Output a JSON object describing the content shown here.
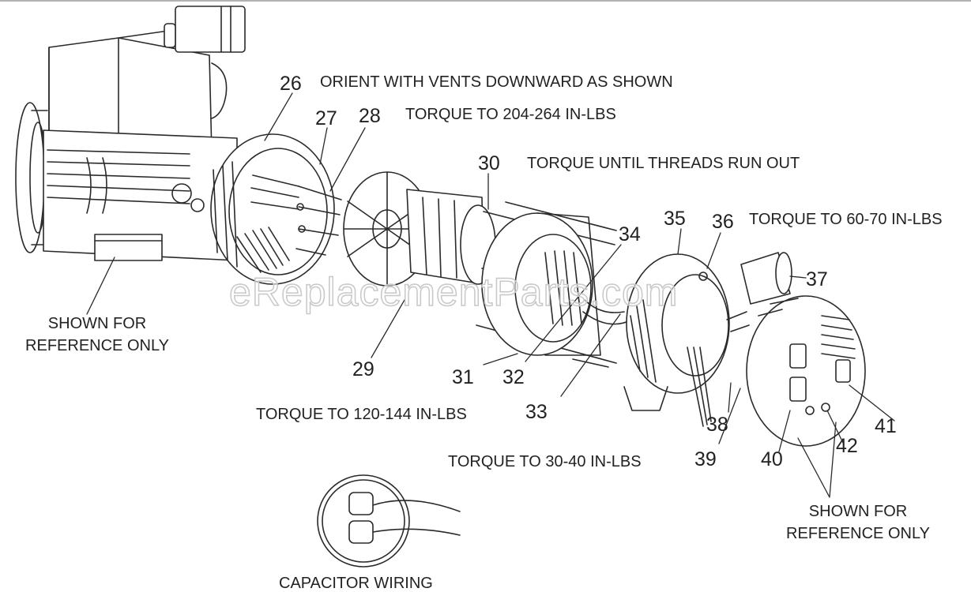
{
  "watermark": "eReplacementParts.com",
  "notes": {
    "orient_vents": "ORIENT WITH VENTS DOWNWARD AS SHOWN",
    "torque_204_264": "TORQUE TO 204-264 IN-LBS",
    "torque_threads": "TORQUE UNTIL THREADS RUN OUT",
    "torque_60_70": "TORQUE TO 60-70 IN-LBS",
    "torque_120_144": "TORQUE TO 120-144 IN-LBS",
    "torque_30_40": "TORQUE TO 30-40 IN-LBS",
    "ref_left_line1": "SHOWN FOR",
    "ref_left_line2": "REFERENCE ONLY",
    "ref_right_line1": "SHOWN FOR",
    "ref_right_line2": "REFERENCE ONLY",
    "capacitor": "CAPACITOR WIRING"
  },
  "parts": {
    "p26": "26",
    "p27": "27",
    "p28": "28",
    "p29": "29",
    "p30": "30",
    "p31": "31",
    "p32": "32",
    "p33": "33",
    "p34": "34",
    "p35": "35",
    "p36": "36",
    "p37": "37",
    "p38": "38",
    "p39": "39",
    "p40": "40",
    "p41": "41",
    "p42": "42"
  },
  "colors": {
    "line": "#2a2a2a",
    "text": "#222222",
    "background": "#ffffff"
  }
}
